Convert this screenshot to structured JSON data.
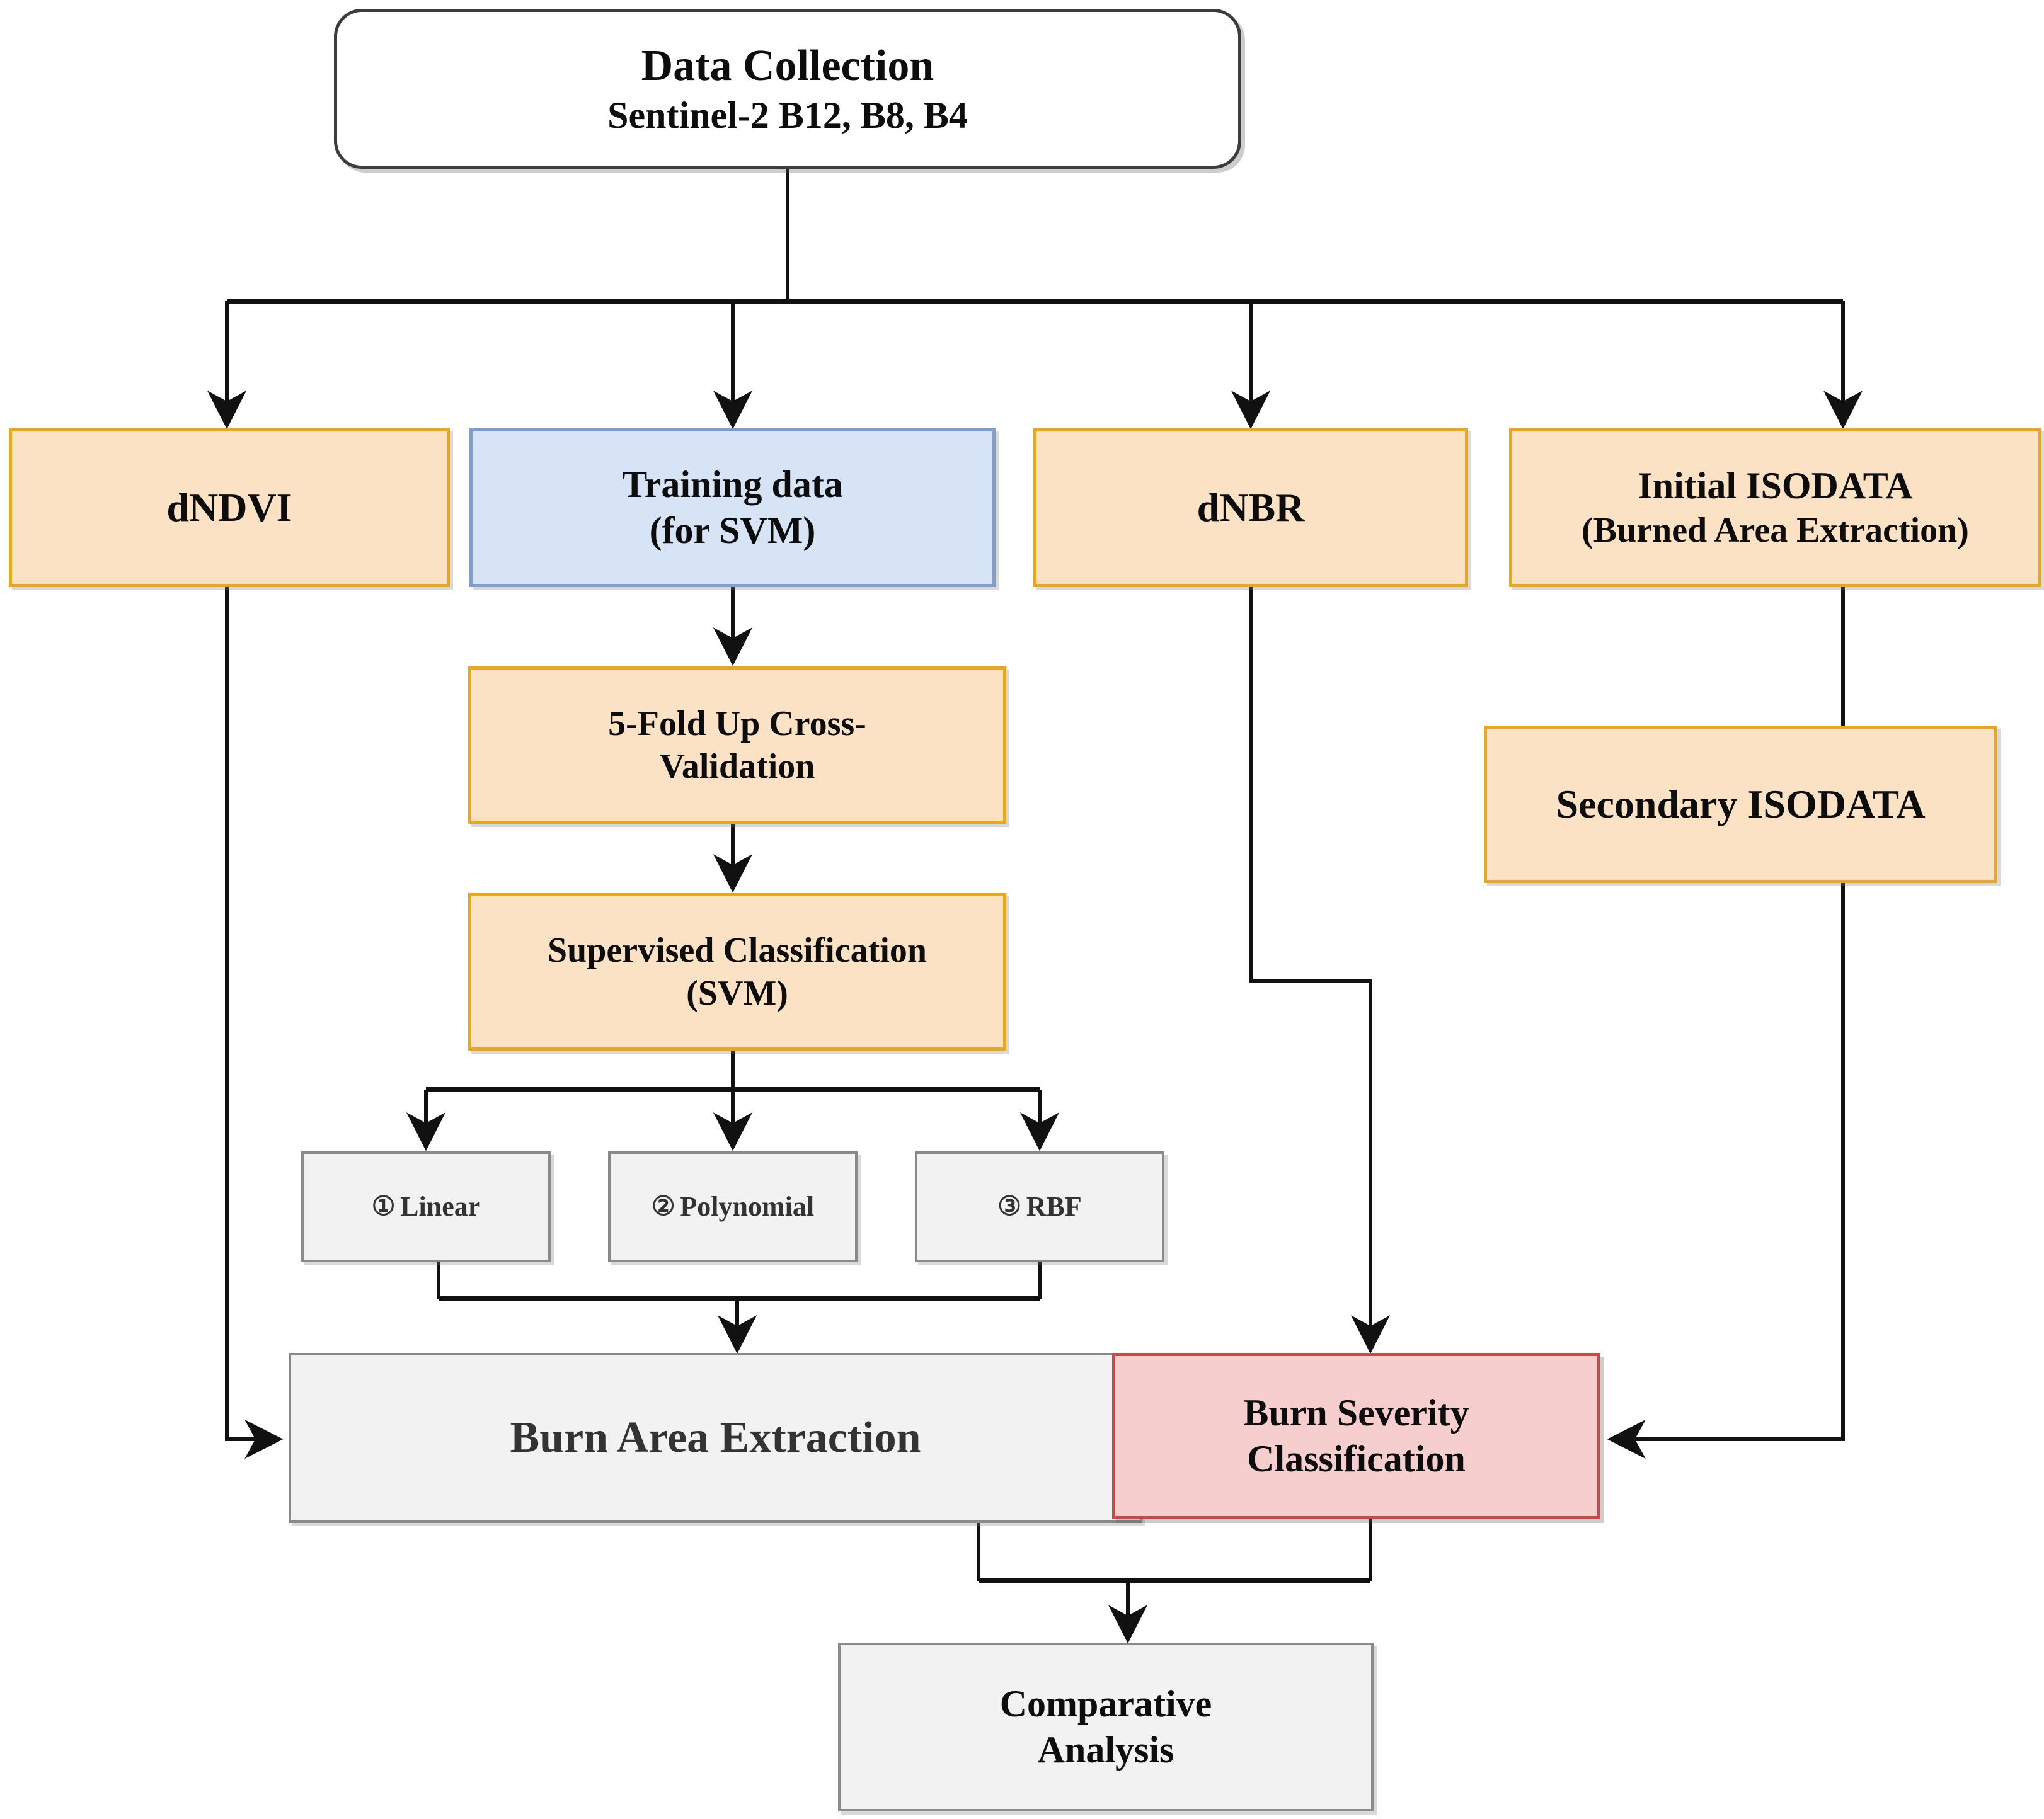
{
  "diagram": {
    "title_node": {
      "line1": "Data Collection",
      "line2": "Sentinel-2 B12, B8, B4"
    },
    "nodes": {
      "dndvi": {
        "line1": "dNDVI"
      },
      "training": {
        "line1": "Training data",
        "line2": "(for SVM)"
      },
      "dnbr": {
        "line1": "dNBR"
      },
      "isodata_initial": {
        "line1": "Initial ISODATA",
        "line2": "(Burned Area Extraction)"
      },
      "cross_validation": {
        "line1": "5-Fold Up Cross-",
        "line2": "Validation"
      },
      "supervised": {
        "line1": "Supervised Classification",
        "line2": "(SVM)"
      },
      "isodata_secondary": {
        "line1": "Secondary ISODATA"
      },
      "kernel_linear": {
        "marker": "①",
        "label": "Linear"
      },
      "kernel_polynomial": {
        "marker": "②",
        "label": "Polynomial"
      },
      "kernel_rbf": {
        "marker": "③",
        "label": "RBF"
      },
      "burn_area": {
        "line1": "Burn Area Extraction"
      },
      "burn_severity": {
        "line1": "Burn Severity",
        "line2": "Classification"
      },
      "comparative": {
        "line1": "Comparative",
        "line2": "Analysis"
      }
    },
    "colors": {
      "orange_fill": "#FBE2C5",
      "orange_border": "#E8A81E",
      "blue_fill": "#D7E4F6",
      "blue_border": "#7D9FD2",
      "pink_fill": "#F6CECE",
      "pink_border": "#C44B4B",
      "grey_fill": "#F2F2F2",
      "grey_border": "#8A8A8A",
      "outline_dark": "#3D3D3D",
      "connector": "#111111",
      "text": "#0D0D0D",
      "text_grey": "#333333"
    }
  }
}
